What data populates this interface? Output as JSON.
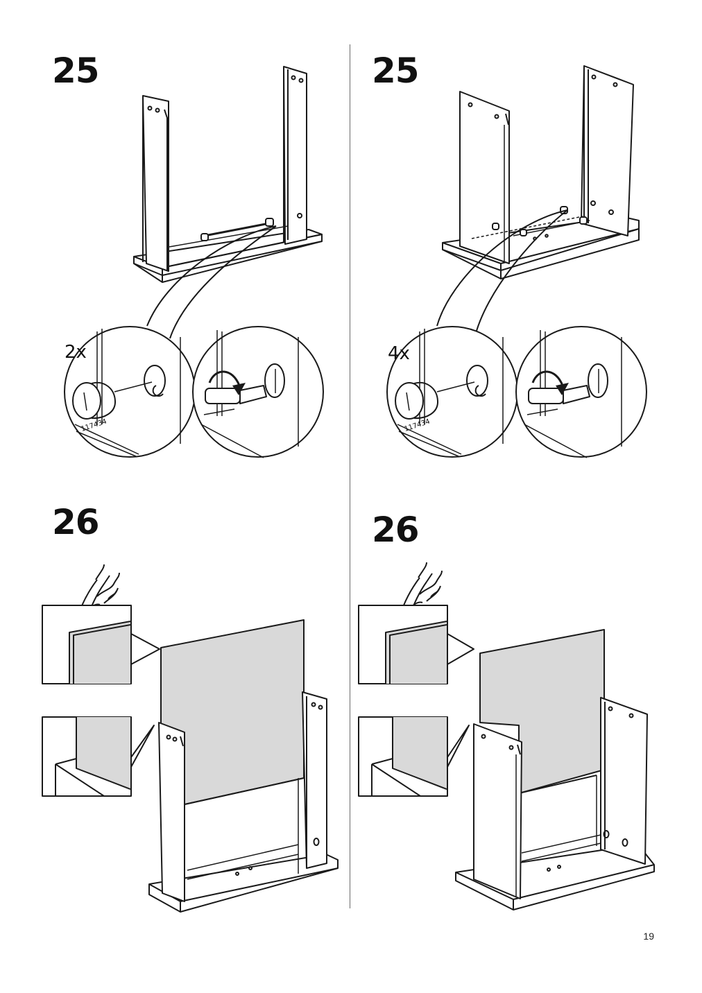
{
  "page": {
    "number": "19"
  },
  "steps": [
    {
      "number": "25",
      "quantity": "2x",
      "part_number": "117434"
    },
    {
      "number": "25",
      "quantity": "4x",
      "part_number": "117434"
    },
    {
      "number": "26"
    },
    {
      "number": "26"
    }
  ],
  "colors": {
    "line": "#1a1a1a",
    "panel_fill": "#d9d9d9",
    "divider": "#6b6b6b"
  }
}
